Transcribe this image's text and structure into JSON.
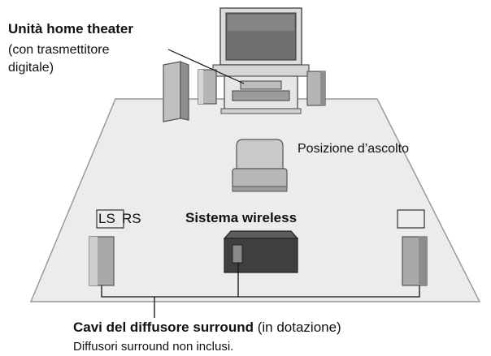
{
  "unit": {
    "title": "Unità home theater",
    "line2": "(con trasmettitore",
    "line3": "digitale)"
  },
  "listening_position": "Posizione d’ascolto",
  "wireless_system": "Sistema wireless",
  "speaker_labels": {
    "left_surround": "LS",
    "right_surround": "RS"
  },
  "cables": {
    "title": "Cavi del diffusore surround",
    "note": "(in dotazione)",
    "sub": "Diffusori surround non inclusi."
  }
}
